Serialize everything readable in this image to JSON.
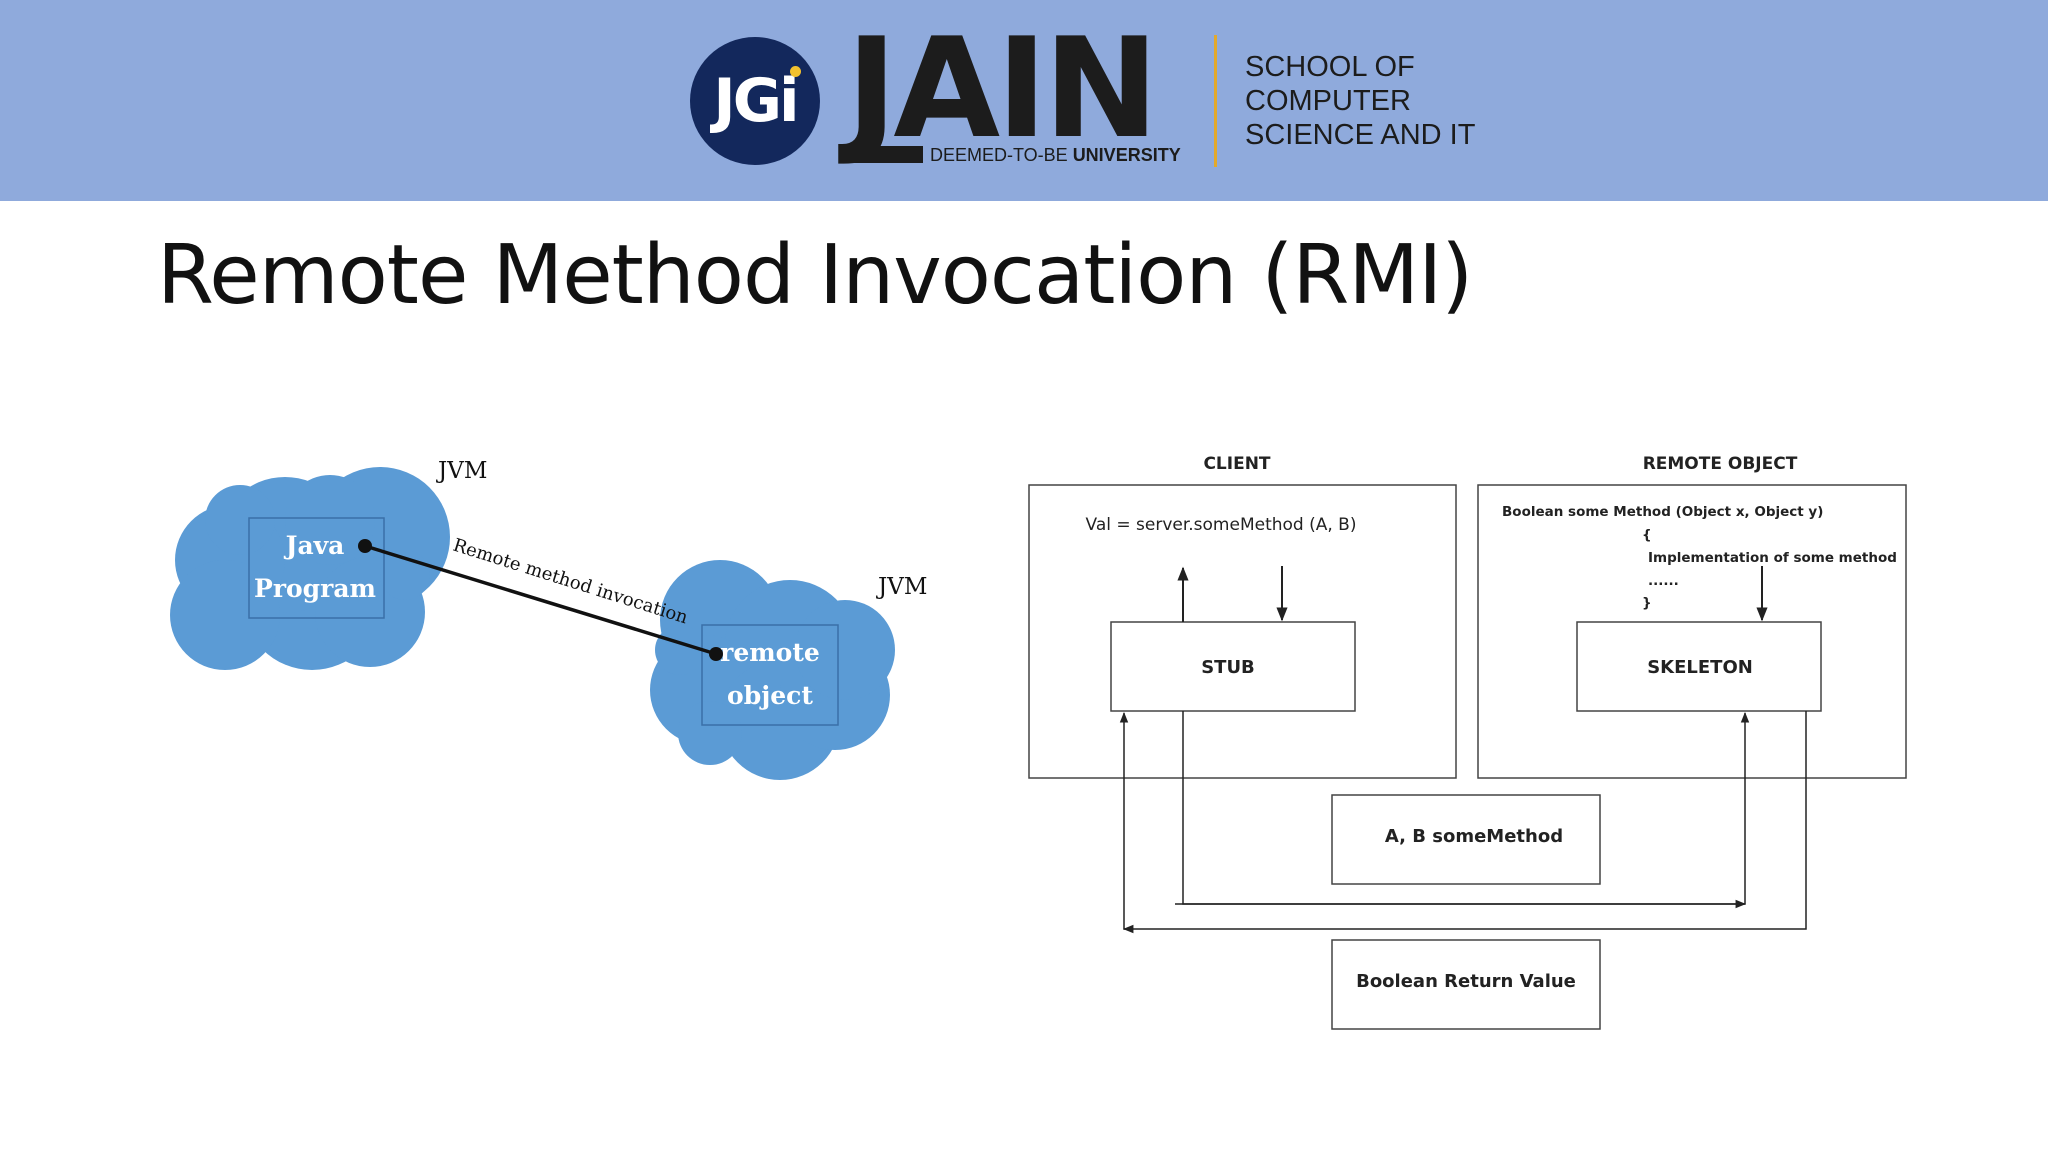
{
  "header": {
    "logo_mark": "JGi",
    "logo_word": "JAIN",
    "tagline_prefix": "DEEMED-TO-BE ",
    "tagline_bold": "UNIVERSITY",
    "school_lines": [
      "SCHOOL OF",
      "COMPUTER",
      "SCIENCE AND IT"
    ],
    "colors": {
      "band": "#8faadc",
      "mark": "#13285c",
      "accent": "#e3a92c",
      "dot": "#f2c12e"
    }
  },
  "title": "Remote Method Invocation (RMI)",
  "left_diagram": {
    "jvm_label_1": "JVM",
    "jvm_label_2": "JVM",
    "java_program": [
      "Java",
      "Program"
    ],
    "remote_object": [
      "remote",
      "object"
    ],
    "edge_label": "Remote method invocation",
    "cloud_color": "#5b9bd5"
  },
  "right_diagram": {
    "client_label": "CLIENT",
    "remote_label": "REMOTE OBJECT",
    "client_code": "Val = server.someMethod (A, B)",
    "remote_code": [
      "Boolean some Method (Object x, Object y)",
      "{",
      "Implementation of some method",
      "......",
      "}"
    ],
    "stub": "STUB",
    "skeleton": "SKELETON",
    "request_box": "A, B someMethod",
    "response_box": "Boolean Return Value"
  }
}
